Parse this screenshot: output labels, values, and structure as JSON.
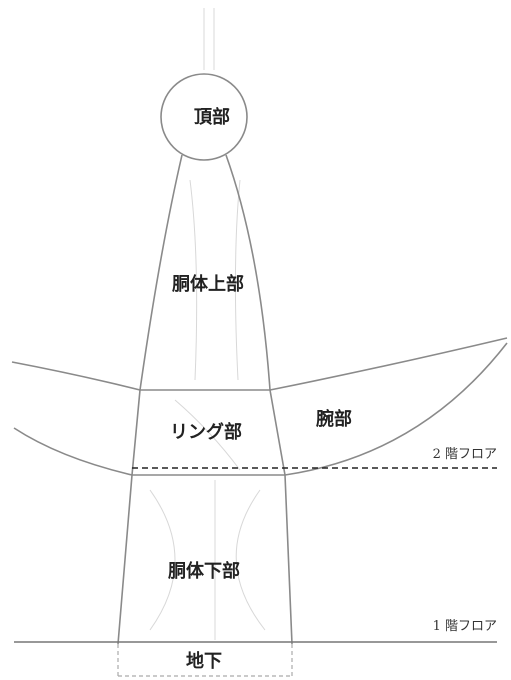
{
  "diagram": {
    "parts": {
      "top": "頂部",
      "upper_body": "胴体上部",
      "ring": "リング部",
      "arms": "腕部",
      "lower_body": "胴体下部",
      "basement": "地下"
    },
    "floors": {
      "second": "2 階フロア",
      "first": "1 階フロア"
    }
  }
}
